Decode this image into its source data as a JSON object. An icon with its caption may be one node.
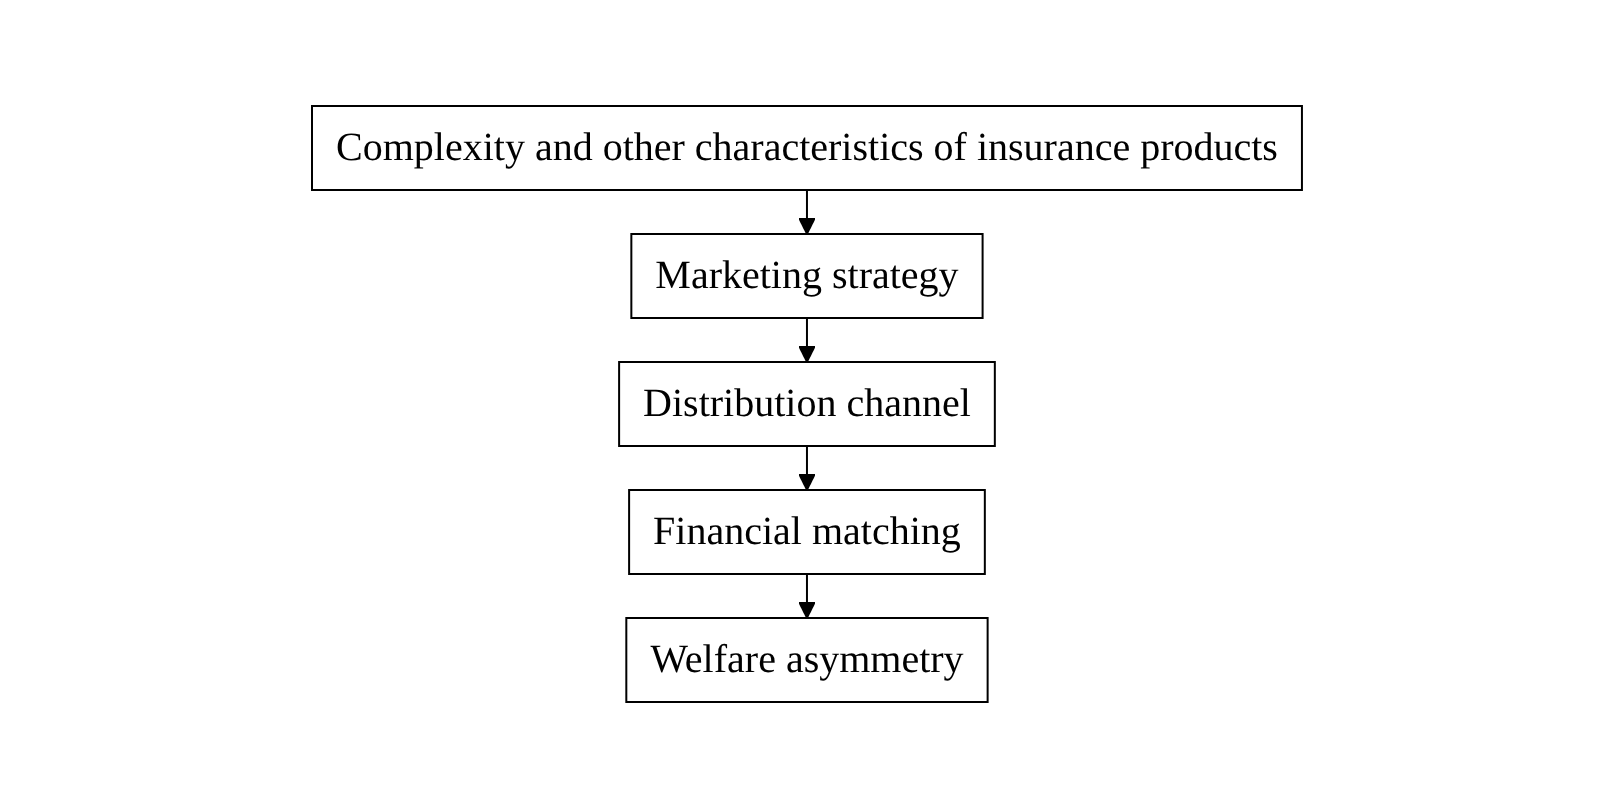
{
  "diagram": {
    "nodes": [
      {
        "text": [
          "Complexity and other characteristics of insurance products"
        ]
      },
      {
        "text": [
          "Marketing strategy"
        ]
      },
      {
        "text": [
          "Distribution channel"
        ]
      },
      {
        "text": [
          "Financial matching"
        ]
      },
      {
        "text": [
          "Welfare asymmetry"
        ]
      }
    ],
    "edges": [
      {
        "from": 0,
        "to": 1,
        "arrow": "to"
      },
      {
        "from": 1,
        "to": 2,
        "arrow": "to"
      },
      {
        "from": 2,
        "to": 3,
        "arrow": "to"
      },
      {
        "from": 3,
        "to": 4,
        "arrow": "to"
      }
    ]
  }
}
